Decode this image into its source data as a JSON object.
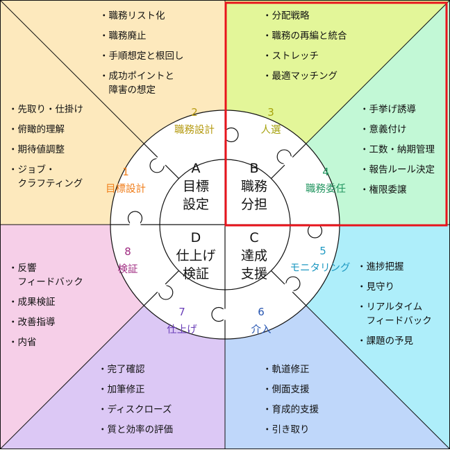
{
  "colors": {
    "tl": "#fde9bd",
    "tr_upper": "#e3f699",
    "tr_lower": "#c2f8d6",
    "br_upper": "#aeeefa",
    "br_lower": "#bfd7fa",
    "bl_lower": "#dcc8f5",
    "bl_upper": "#f6cfe8",
    "ring": "#ffffff",
    "line": "#111111",
    "highlight": "#e8141c"
  },
  "cores": [
    {
      "id": "A",
      "letter": "A",
      "lines": [
        "目標",
        "設定"
      ]
    },
    {
      "id": "B",
      "letter": "B",
      "lines": [
        "職務",
        "分担"
      ]
    },
    {
      "id": "C",
      "letter": "C",
      "lines": [
        "達成",
        "支援"
      ]
    },
    {
      "id": "D",
      "letter": "D",
      "lines": [
        "仕上げ",
        "検証"
      ]
    }
  ],
  "segments": [
    {
      "num": "1",
      "label": "目標設計",
      "color": "#f07e1b"
    },
    {
      "num": "2",
      "label": "職務設計",
      "color": "#b59a10"
    },
    {
      "num": "3",
      "label": "人選",
      "color": "#a6a20c"
    },
    {
      "num": "4",
      "label": "職務委任",
      "color": "#21955f"
    },
    {
      "num": "5",
      "label": "モニタリング",
      "color": "#1f99c2"
    },
    {
      "num": "6",
      "label": "介入",
      "color": "#2554b0"
    },
    {
      "num": "7",
      "label": "仕上げ",
      "color": "#6a3fb8"
    },
    {
      "num": "8",
      "label": "検証",
      "color": "#9f2a80"
    }
  ],
  "lists": {
    "top_left": [
      "・職務リスト化",
      "・職務廃止",
      "・手順想定と根回し",
      "・成功ポイントと",
      "　障害の想定"
    ],
    "top_right": [
      "・分配戦略",
      "・職務の再編と統合",
      "・ストレッチ",
      "・最適マッチング"
    ],
    "right_upper": [
      "・手挙げ誘導",
      "・意義付け",
      "・工数・納期管理",
      "・報告ルール決定",
      "・権限委譲"
    ],
    "right_lower": [
      "・進捗把握",
      "・見守り",
      "・リアルタイム",
      "　フィードバック",
      "・課題の予見"
    ],
    "bottom_right": [
      "・軌道修正",
      "・側面支援",
      "・育成的支援",
      "・引き取り"
    ],
    "bottom_left": [
      "・完了確認",
      "・加筆修正",
      "・ディスクローズ",
      "・質と効率の評価"
    ],
    "left_lower": [
      "・反響",
      "　フィードバック",
      "・成果検証",
      "・改善指導",
      "・内省"
    ],
    "left_upper": [
      "・先取り・仕掛け",
      "・俯瞰的理解",
      "・期待値調整",
      "・ジョブ・",
      "　クラフティング"
    ]
  }
}
